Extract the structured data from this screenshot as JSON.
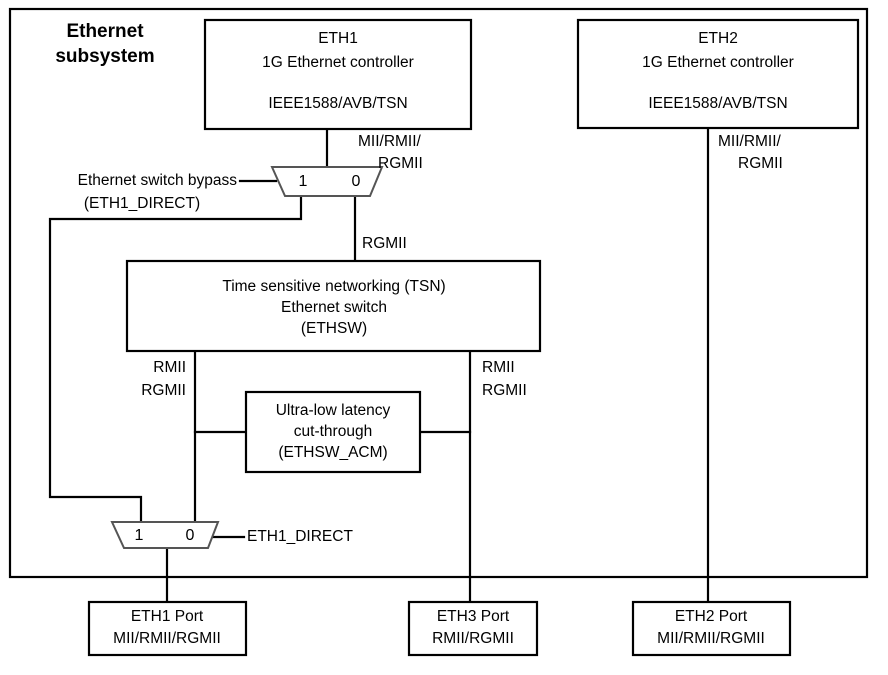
{
  "diagram": {
    "title": "Ethernet subsystem",
    "title_lines": [
      "Ethernet",
      "subsystem"
    ],
    "blocks": {
      "eth1_controller": {
        "name": "ETH1",
        "subtitle": "1G Ethernet controller",
        "standards": "IEEE1588/AVB/TSN"
      },
      "eth2_controller": {
        "name": "ETH2",
        "subtitle": "1G Ethernet controller",
        "standards": "IEEE1588/AVB/TSN"
      },
      "tsn_switch": {
        "line1": "Time sensitive networking (TSN)",
        "line2": "Ethernet switch",
        "line3": "(ETHSW)"
      },
      "cut_through": {
        "line1": "Ultra-low latency",
        "line2": "cut-through",
        "line3": "(ETHSW_ACM)"
      },
      "eth1_port": {
        "line1": "ETH1 Port",
        "line2": "MII/RMII/RGMII"
      },
      "eth3_port": {
        "line1": "ETH3 Port",
        "line2": "RMII/RGMII"
      },
      "eth2_port": {
        "line1": "ETH2 Port",
        "line2": "MII/RMII/RGMII"
      }
    },
    "muxes": {
      "top_mux": {
        "input_1": "1",
        "input_0": "0",
        "select_label_line1": "Ethernet switch bypass",
        "select_label_line2": "(ETH1_DIRECT)"
      },
      "bottom_mux": {
        "input_1": "1",
        "input_0": "0",
        "select_label": "ETH1_DIRECT"
      }
    },
    "bus_labels": {
      "eth1_to_mux_line1": "MII/RMII/",
      "eth1_to_mux_line2": "RGMII",
      "eth2_to_port_line1": "MII/RMII/",
      "eth2_to_port_line2": "RGMII",
      "mux_to_switch": "RGMII",
      "switch_left_line1": "RMII",
      "switch_left_line2": "RGMII",
      "switch_right_line1": "RMII",
      "switch_right_line2": "RGMII"
    },
    "colors": {
      "stroke": "#000000",
      "mux_stroke": "#555555",
      "background": "#ffffff"
    }
  }
}
